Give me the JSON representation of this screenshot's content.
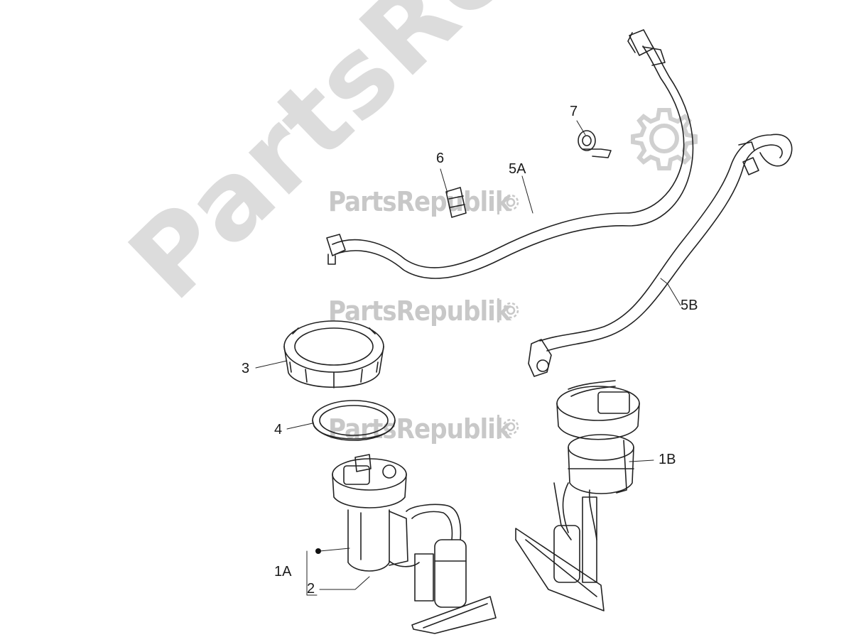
{
  "watermark": {
    "brand_text": "PartsRepublik"
  },
  "callouts": {
    "c1a": "1A",
    "c1b": "1B",
    "c2": "2",
    "c3": "3",
    "c4": "4",
    "c5a": "5A",
    "c5b": "5B",
    "c6": "6",
    "c7": "7"
  },
  "colors": {
    "line": "#222222",
    "watermark": "#d4d4d4",
    "background": "#ffffff"
  },
  "icons": [
    "gear-icon"
  ]
}
